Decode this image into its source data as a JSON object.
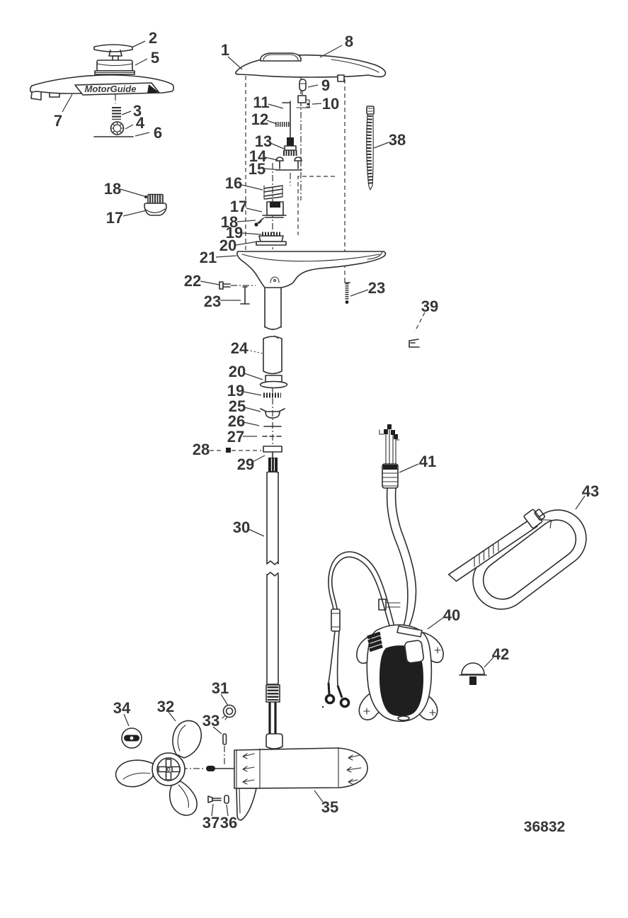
{
  "diagram": {
    "drawing_number": "36832",
    "brand_decal": "MotorGuide",
    "callouts": [
      {
        "part": "1"
      },
      {
        "part": "2"
      },
      {
        "part": "3"
      },
      {
        "part": "4"
      },
      {
        "part": "5"
      },
      {
        "part": "6"
      },
      {
        "part": "7"
      },
      {
        "part": "8"
      },
      {
        "part": "9"
      },
      {
        "part": "10"
      },
      {
        "part": "11"
      },
      {
        "part": "12"
      },
      {
        "part": "13"
      },
      {
        "part": "14"
      },
      {
        "part": "15"
      },
      {
        "part": "16"
      },
      {
        "part": "17"
      },
      {
        "part": "18"
      },
      {
        "part": "19"
      },
      {
        "part": "20"
      },
      {
        "part": "21"
      },
      {
        "part": "22"
      },
      {
        "part": "23"
      },
      {
        "part": "23"
      },
      {
        "part": "17"
      },
      {
        "part": "18"
      },
      {
        "part": "19"
      },
      {
        "part": "20"
      },
      {
        "part": "24"
      },
      {
        "part": "25"
      },
      {
        "part": "26"
      },
      {
        "part": "27"
      },
      {
        "part": "28"
      },
      {
        "part": "29"
      },
      {
        "part": "30"
      },
      {
        "part": "31"
      },
      {
        "part": "32"
      },
      {
        "part": "33"
      },
      {
        "part": "34"
      },
      {
        "part": "35"
      },
      {
        "part": "36"
      },
      {
        "part": "37"
      },
      {
        "part": "38"
      },
      {
        "part": "39"
      },
      {
        "part": "40"
      },
      {
        "part": "41"
      },
      {
        "part": "42"
      },
      {
        "part": "43"
      }
    ]
  }
}
